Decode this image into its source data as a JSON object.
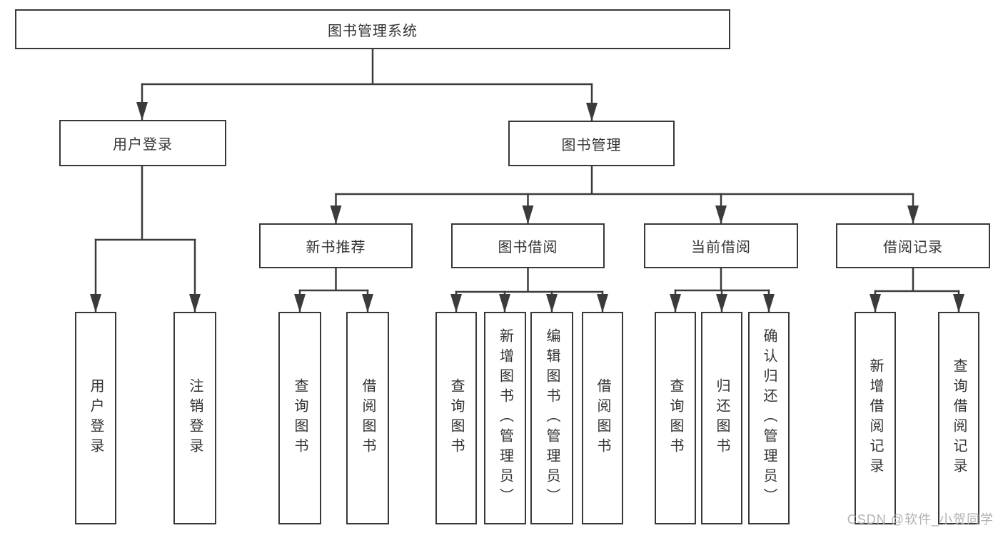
{
  "tree": {
    "root": {
      "label": "图书管理系统"
    },
    "level2": [
      {
        "label": "用户登录"
      },
      {
        "label": "图书管理"
      }
    ],
    "level3": [
      {
        "label": "新书推荐"
      },
      {
        "label": "图书借阅"
      },
      {
        "label": "当前借阅"
      },
      {
        "label": "借阅记录"
      }
    ],
    "leaves": {
      "user_login": [
        {
          "label": "用户登录"
        },
        {
          "label": "注销登录"
        }
      ],
      "new_book": [
        {
          "label": "查询图书"
        },
        {
          "label": "借阅图书"
        }
      ],
      "book_borrow": [
        {
          "label": "查询图书"
        },
        {
          "label": "新增图书（管理员）"
        },
        {
          "label": "编辑图书（管理员）"
        },
        {
          "label": "借阅图书"
        }
      ],
      "current_borrow": [
        {
          "label": "查询图书"
        },
        {
          "label": "归还图书"
        },
        {
          "label": "确认归还（管理员）"
        }
      ],
      "borrow_record": [
        {
          "label": "新增借阅记录"
        },
        {
          "label": "查询借阅记录"
        }
      ]
    }
  },
  "watermark": {
    "text": "CSDN @软件_小贺同学"
  },
  "colors": {
    "line": "#3b3b3b",
    "box_border": "#383838",
    "box_fill": "#ffffff",
    "text": "#333333",
    "watermark": "#b2b2b2",
    "background": "#ffffff"
  }
}
